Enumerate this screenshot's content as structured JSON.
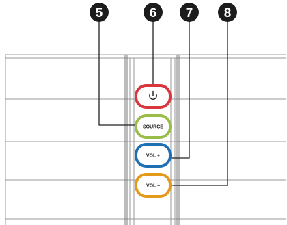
{
  "callouts": [
    {
      "number": "5",
      "target": "source"
    },
    {
      "number": "6",
      "target": "power"
    },
    {
      "number": "7",
      "target": "vol_plus"
    },
    {
      "number": "8",
      "target": "vol_minus"
    }
  ],
  "buttons": {
    "power": {
      "icon": "power-icon",
      "color": "#d9363e"
    },
    "source": {
      "label": "SOURCE",
      "color": "#9abd4a"
    },
    "vol_plus": {
      "label": "VOL +",
      "color": "#1f6fb5"
    },
    "vol_minus": {
      "label": "VOL –",
      "color": "#e39a1a"
    }
  },
  "colors": {
    "callout_fill": "#1c1c1c",
    "panel_lines": "#9a9a9a",
    "background": "#ffffff"
  }
}
